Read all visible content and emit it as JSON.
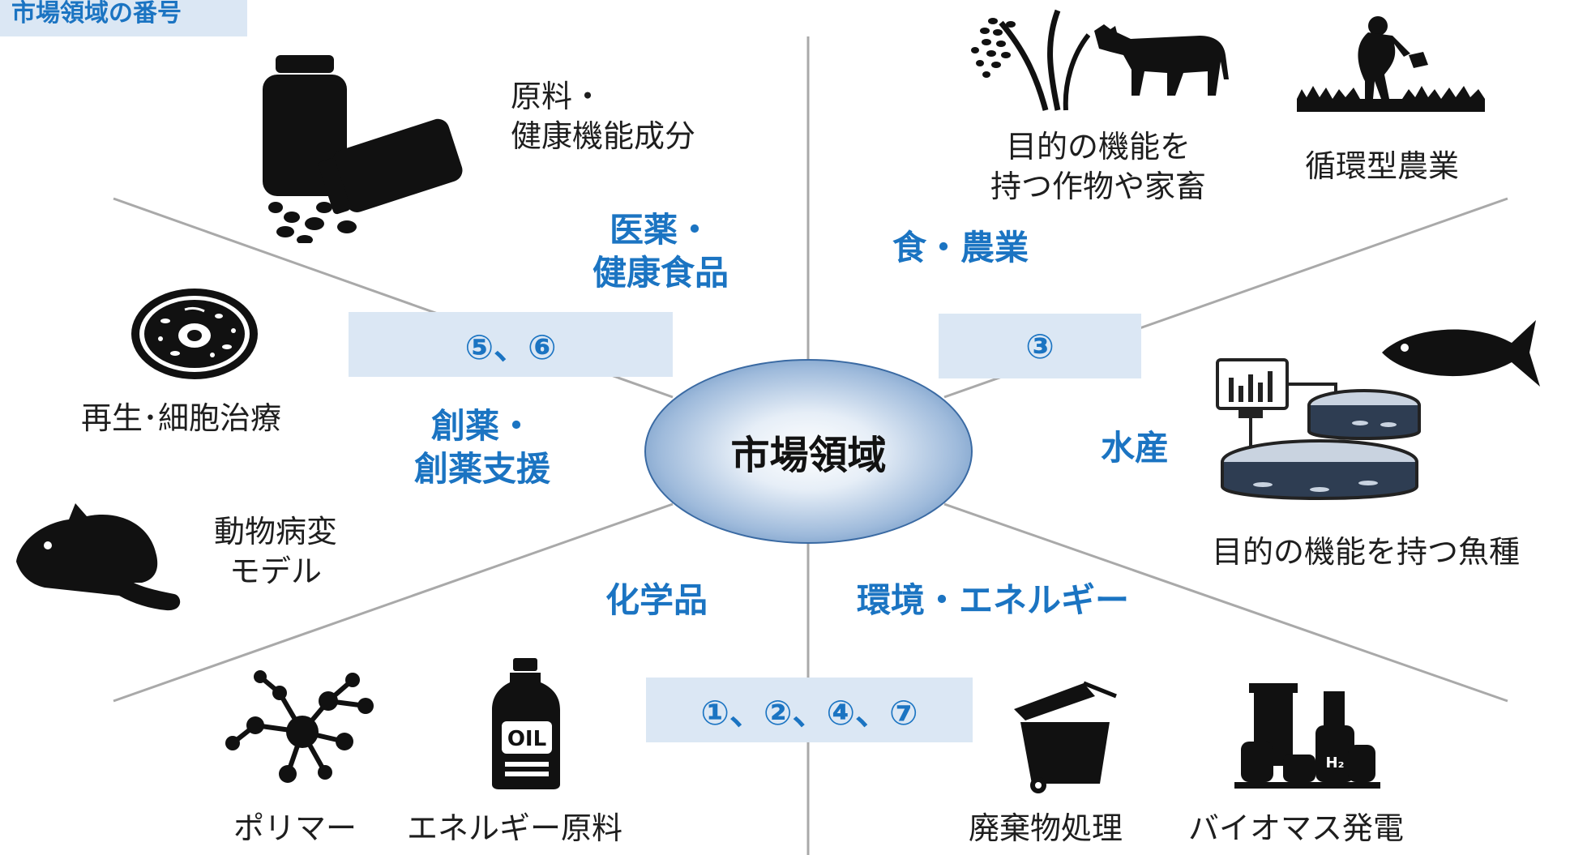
{
  "header_tag": "市場領域の番号",
  "center_label": "市場領域",
  "categories": {
    "pharma": "医薬・\n健康食品",
    "food": "食・農業",
    "drug": "創薬・\n創薬支援",
    "fish": "水産",
    "chem": "化学品",
    "env": "環境・エネルギー"
  },
  "badges": {
    "left": "⑤、⑥",
    "right": "③",
    "bottom": "①、②、④、⑦"
  },
  "items": {
    "raw": "原料・\n健康機能成分",
    "crops": "目的の機能を\n持つ作物や家畜",
    "circular": "循環型農業",
    "regen": "再生･細胞治療",
    "fishspecies": "目的の機能を持つ魚種",
    "animal": "動物病変\nモデル",
    "polymer": "ポリマー",
    "energyraw": "エネルギー原料",
    "waste": "廃棄物処理",
    "biomass": "バイオマス発電"
  },
  "icons": [
    "pill-bottles-icon",
    "rice-plant-icon",
    "cow-icon",
    "farmer-watering-icon",
    "cell-icon",
    "tuna-icon",
    "fish-tank-icon",
    "mouse-icon",
    "molecule-icon",
    "oil-bottle-icon",
    "trash-bin-icon",
    "hydrogen-plant-icon"
  ],
  "colors": {
    "accent": "#1b74c2",
    "badge_bg": "#dbe7f4",
    "line": "#a9a9a9"
  }
}
